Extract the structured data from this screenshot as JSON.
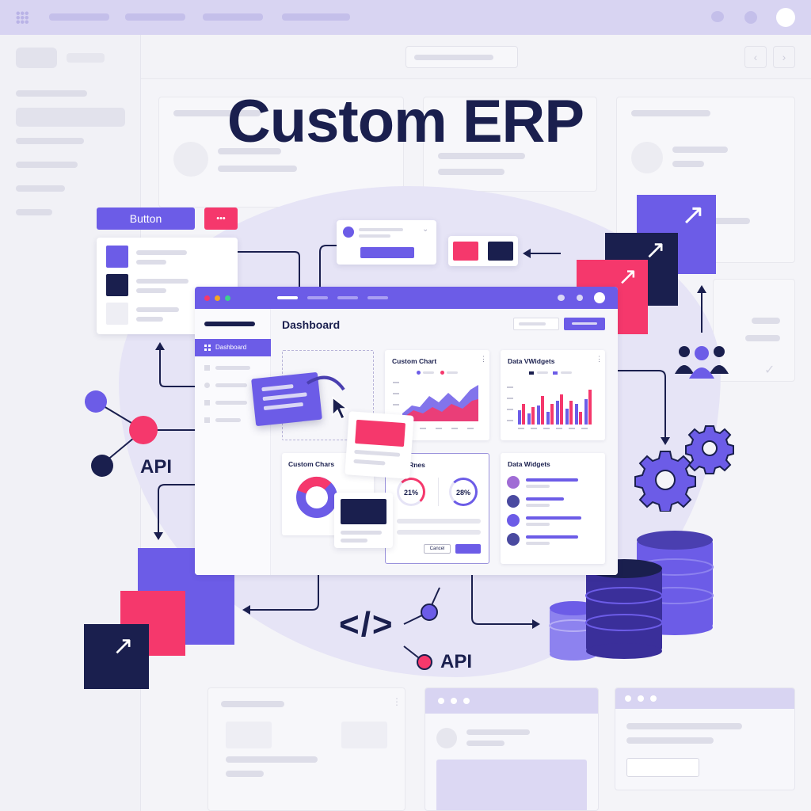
{
  "title": "Custom ERP",
  "colors": {
    "navy": "#1a1f4e",
    "purple": "#6c5ce7",
    "pink": "#f5386c",
    "lavender": "#d9d6f5",
    "topbar": "#d8d4f2"
  },
  "widgets": {
    "button_label": "Button",
    "more_label": "•••"
  },
  "api": {
    "left_label": "API",
    "bottom_label": "API",
    "code_glyph": "</>"
  },
  "dashboard": {
    "title": "Dashboard",
    "sidebar_active": "Dashboard",
    "card_custom_chart": "Custom Chart",
    "card_data_vwidgets": "Data VWidgets",
    "card_custom_chars": "Custom Chars",
    "card_rnes": "s Rnes",
    "card_data_widgets": "Data Widgets",
    "cancel_label": "Cancel",
    "gauge_a": "21%",
    "gauge_b": "28%"
  },
  "icons": {
    "arrow": "↗",
    "cursor": "cursor-icon",
    "gear": "gear-icon",
    "users": "users-icon",
    "database": "database-icon"
  }
}
